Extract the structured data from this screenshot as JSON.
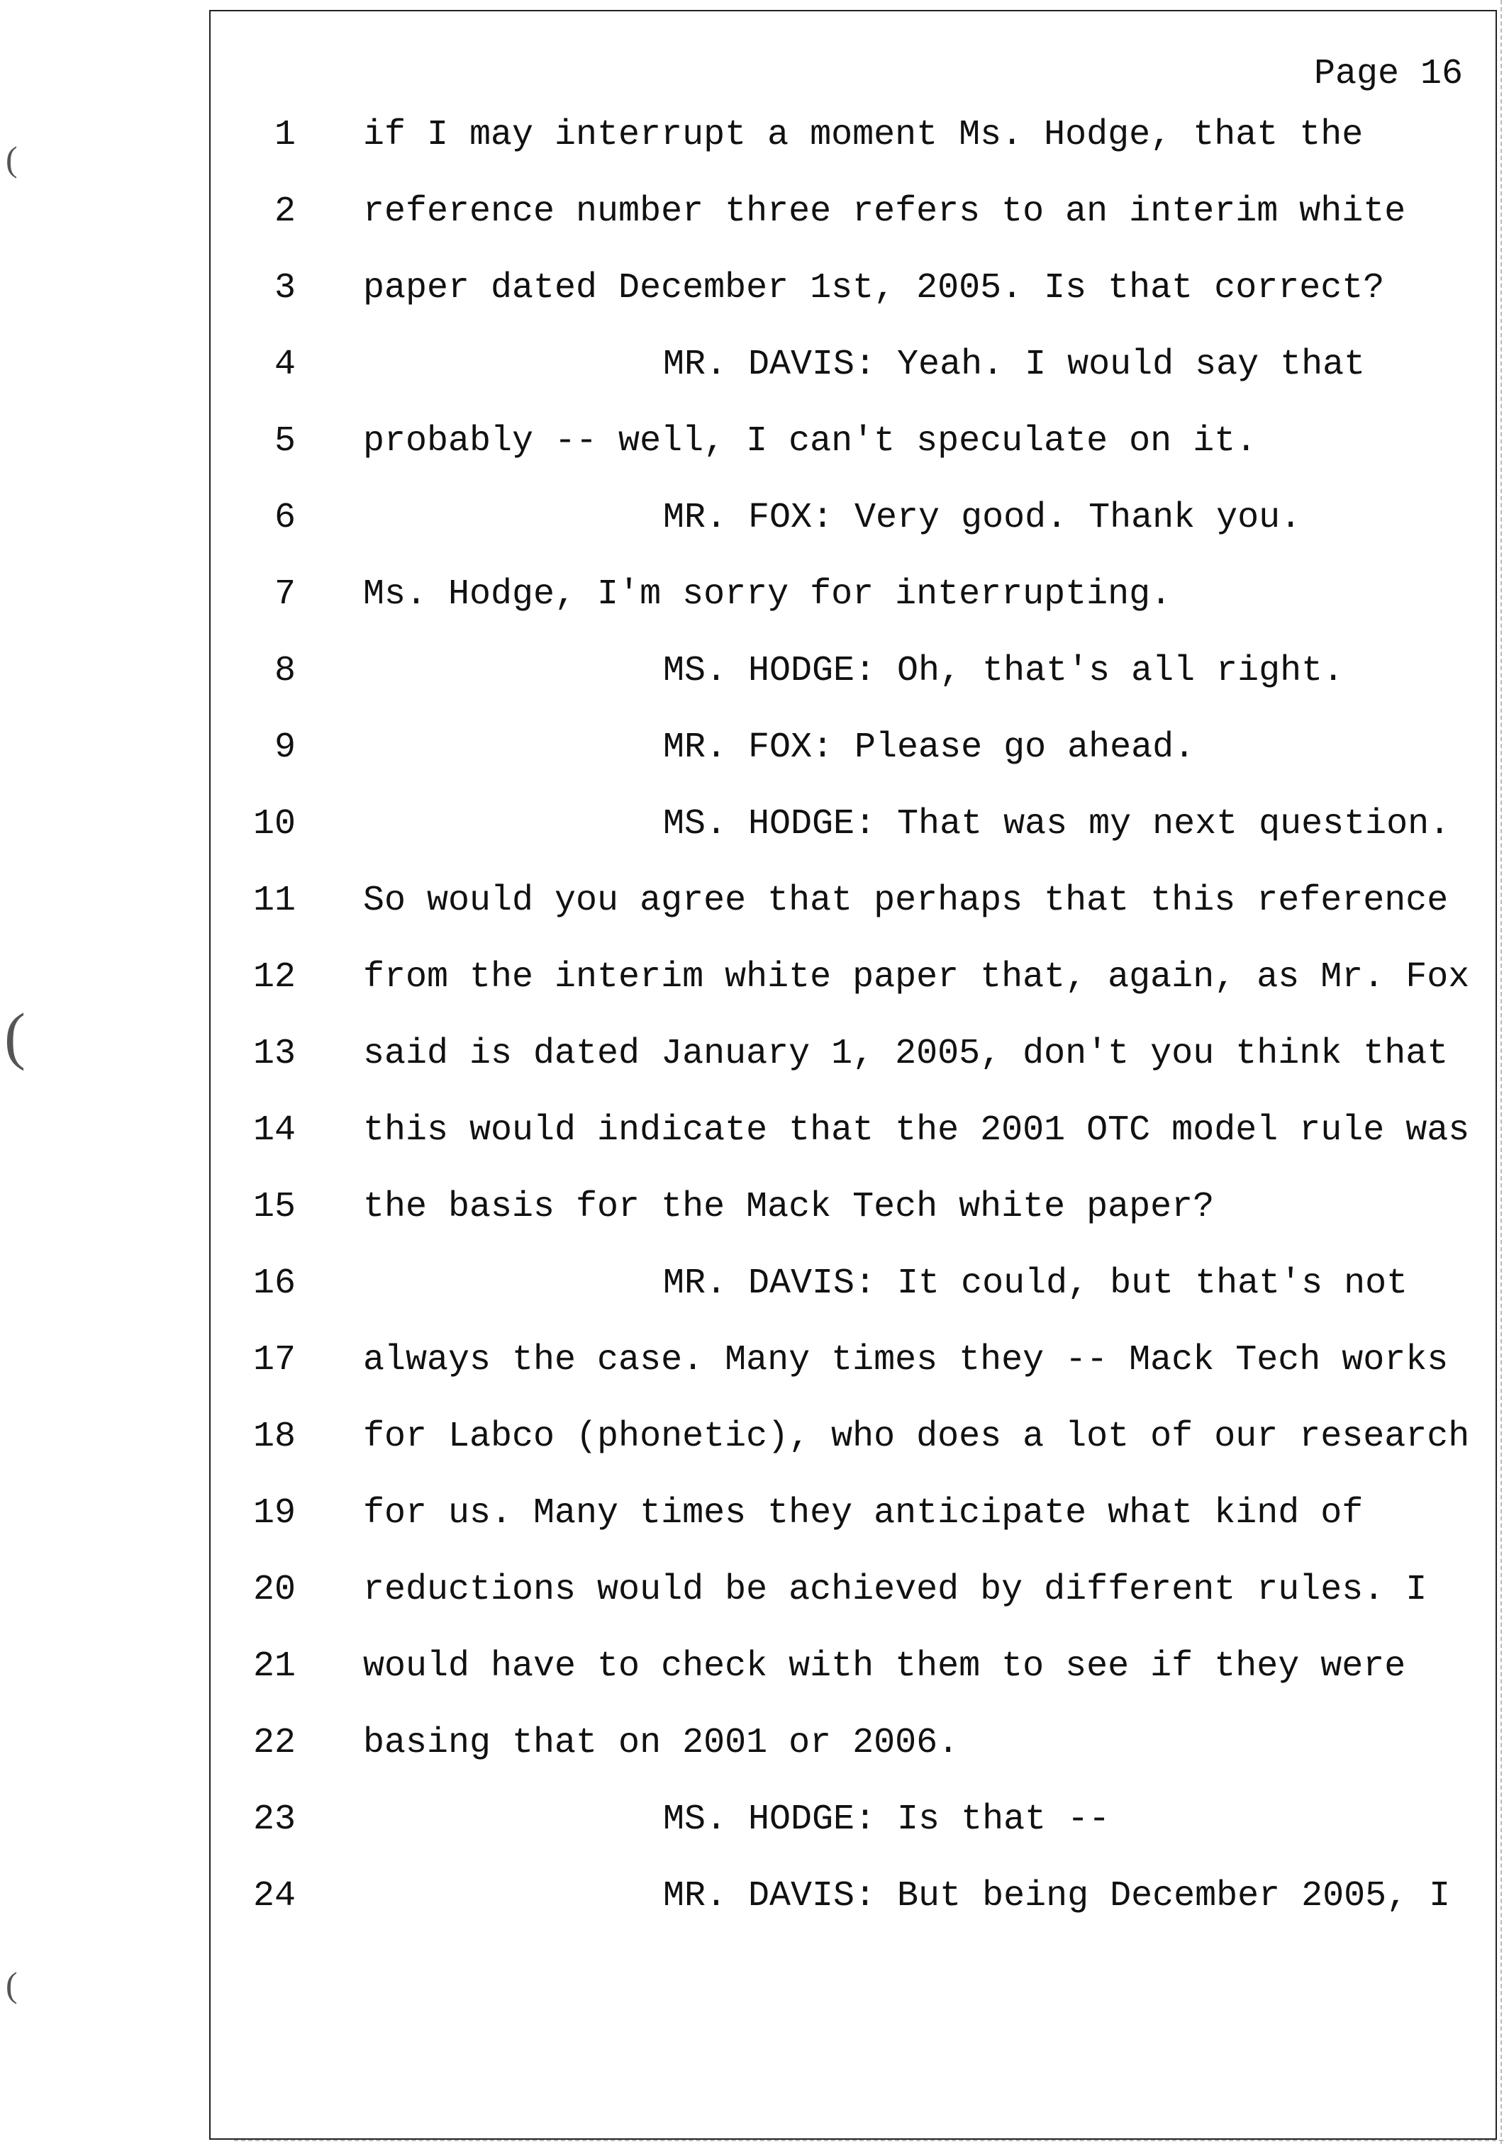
{
  "page_label": "Page 16",
  "lines": [
    {
      "n": "1",
      "text": "if I may interrupt a moment Ms. Hodge, that the",
      "kind": "body"
    },
    {
      "n": "2",
      "text": "reference number three refers to an interim white",
      "kind": "body"
    },
    {
      "n": "3",
      "text": "paper dated December 1st, 2005.  Is that correct?",
      "kind": "body"
    },
    {
      "n": "4",
      "text": "MR. DAVIS:  Yeah.  I would say that",
      "kind": "speaker"
    },
    {
      "n": "5",
      "text": "probably -- well, I can't speculate on it.",
      "kind": "body"
    },
    {
      "n": "6",
      "text": "MR. FOX:  Very good.  Thank you.",
      "kind": "speaker"
    },
    {
      "n": "7",
      "text": "Ms. Hodge, I'm sorry for interrupting.",
      "kind": "body"
    },
    {
      "n": "8",
      "text": "MS. HODGE:  Oh, that's all right.",
      "kind": "speaker"
    },
    {
      "n": "9",
      "text": "MR. FOX:  Please go ahead.",
      "kind": "speaker"
    },
    {
      "n": "10",
      "text": "MS. HODGE:  That was my next question.",
      "kind": "speaker"
    },
    {
      "n": "11",
      "text": "So would you agree that perhaps that this reference",
      "kind": "body"
    },
    {
      "n": "12",
      "text": "from the interim white paper that, again, as Mr. Fox",
      "kind": "body"
    },
    {
      "n": "13",
      "text": "said is dated January 1, 2005, don't you think that",
      "kind": "body"
    },
    {
      "n": "14",
      "text": "this would indicate that the 2001 OTC model rule was",
      "kind": "body"
    },
    {
      "n": "15",
      "text": "the basis for the Mack Tech white paper?",
      "kind": "body"
    },
    {
      "n": "16",
      "text": "MR. DAVIS:  It could, but that's not",
      "kind": "speaker"
    },
    {
      "n": "17",
      "text": "always the case.  Many times they -- Mack Tech works",
      "kind": "body"
    },
    {
      "n": "18",
      "text": "for Labco (phonetic), who does a lot of our research",
      "kind": "body"
    },
    {
      "n": "19",
      "text": "for us.  Many times they anticipate what kind of",
      "kind": "body"
    },
    {
      "n": "20",
      "text": "reductions would be achieved by different rules.  I",
      "kind": "body"
    },
    {
      "n": "21",
      "text": "would have to check with them to see if they were",
      "kind": "body"
    },
    {
      "n": "22",
      "text": "basing that on 2001 or 2006.",
      "kind": "body"
    },
    {
      "n": "23",
      "text": "MS. HODGE:  Is that --",
      "kind": "speaker"
    },
    {
      "n": "24",
      "text": "MR. DAVIS:  But being December 2005, I",
      "kind": "speaker"
    }
  ]
}
